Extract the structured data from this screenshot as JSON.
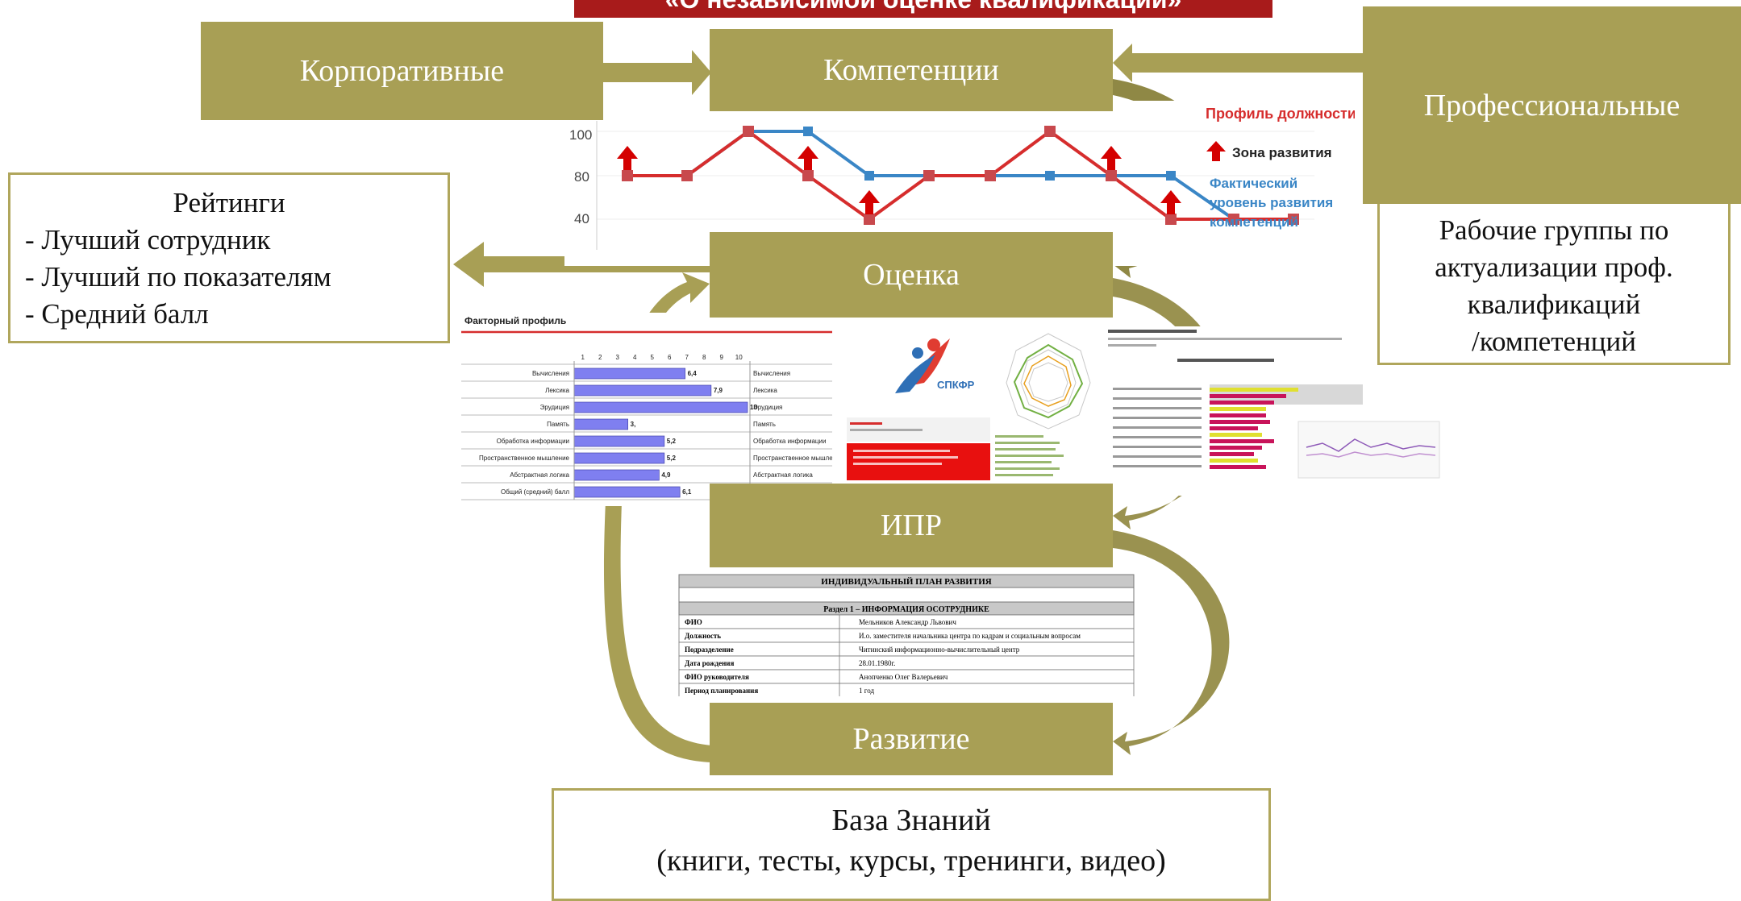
{
  "title": "«О независимой оценке квалификации»",
  "boxes": {
    "corporate": "Корпоративные",
    "competencies": "Компетенции",
    "professional": "Профессиональные",
    "assessment": "Оценка",
    "ipr": "ИПР",
    "development": "Развитие"
  },
  "ratings": {
    "heading": "Рейтинги",
    "items": [
      "- Лучший сотрудник",
      "- Лучший по показателям",
      "- Средний балл"
    ]
  },
  "working_groups": [
    "Рабочие группы по",
    "актуализации проф.",
    "квалификаций",
    "/компетенций"
  ],
  "knowledge_base": {
    "line1": "База Знаний",
    "line2": "(книги, тесты, курсы, тренинги, видео)"
  },
  "profile_chart": {
    "legend": {
      "position_profile": "Профиль должности",
      "development_zone": "Зона развития",
      "actual_level_1": "Фактический",
      "actual_level_2": "уровень развития",
      "actual_level_3": "компетенций"
    },
    "y_ticks": [
      "100",
      "80",
      "40"
    ],
    "colors": {
      "profile": "#d62d2d",
      "actual": "#3a86c6",
      "arrow": "#d40000"
    }
  },
  "factor_profile": {
    "title": "Факторный профиль",
    "scale": [
      "1",
      "2",
      "3",
      "4",
      "5",
      "6",
      "7",
      "8",
      "9",
      "10"
    ],
    "rows": [
      {
        "label": "Вычисления",
        "value": "6,4",
        "v": 6.4
      },
      {
        "label": "Лексика",
        "value": "7,9",
        "v": 7.9
      },
      {
        "label": "Эрудиция",
        "value": "10",
        "v": 10
      },
      {
        "label": "Память",
        "value": "3,",
        "v": 3.1
      },
      {
        "label": "Обработка информации",
        "value": "5,2",
        "v": 5.2
      },
      {
        "label": "Пространственное мышление",
        "value": "5,2",
        "v": 5.2
      },
      {
        "label": "Абстрактная логика",
        "value": "4,9",
        "v": 4.9
      },
      {
        "label": "Общий (средний) балл",
        "value": "6,1",
        "v": 6.1
      }
    ]
  },
  "logo": {
    "text": "СПКФР"
  },
  "ipr_doc": {
    "title": "ИНДИВИДУАЛЬНЫЙ ПЛАН РАЗВИТИЯ",
    "section": "Раздел 1 – ИНФОРМАЦИЯ ОСОТРУДНИКЕ",
    "rows": [
      {
        "k": "ФИО",
        "v": "Мельников Александр Львович"
      },
      {
        "k": "Должность",
        "v": "И.о. заместителя начальника центра по кадрам и социальным вопросам"
      },
      {
        "k": "Подразделение",
        "v": "Читинский информационно-вычислительный центр"
      },
      {
        "k": "Дата рождения",
        "v": "28.01.1980г."
      },
      {
        "k": "ФИО руководителя",
        "v": "Анопченко Олег Валерьевич"
      },
      {
        "k": "Период планирования",
        "v": "1 год"
      }
    ]
  }
}
